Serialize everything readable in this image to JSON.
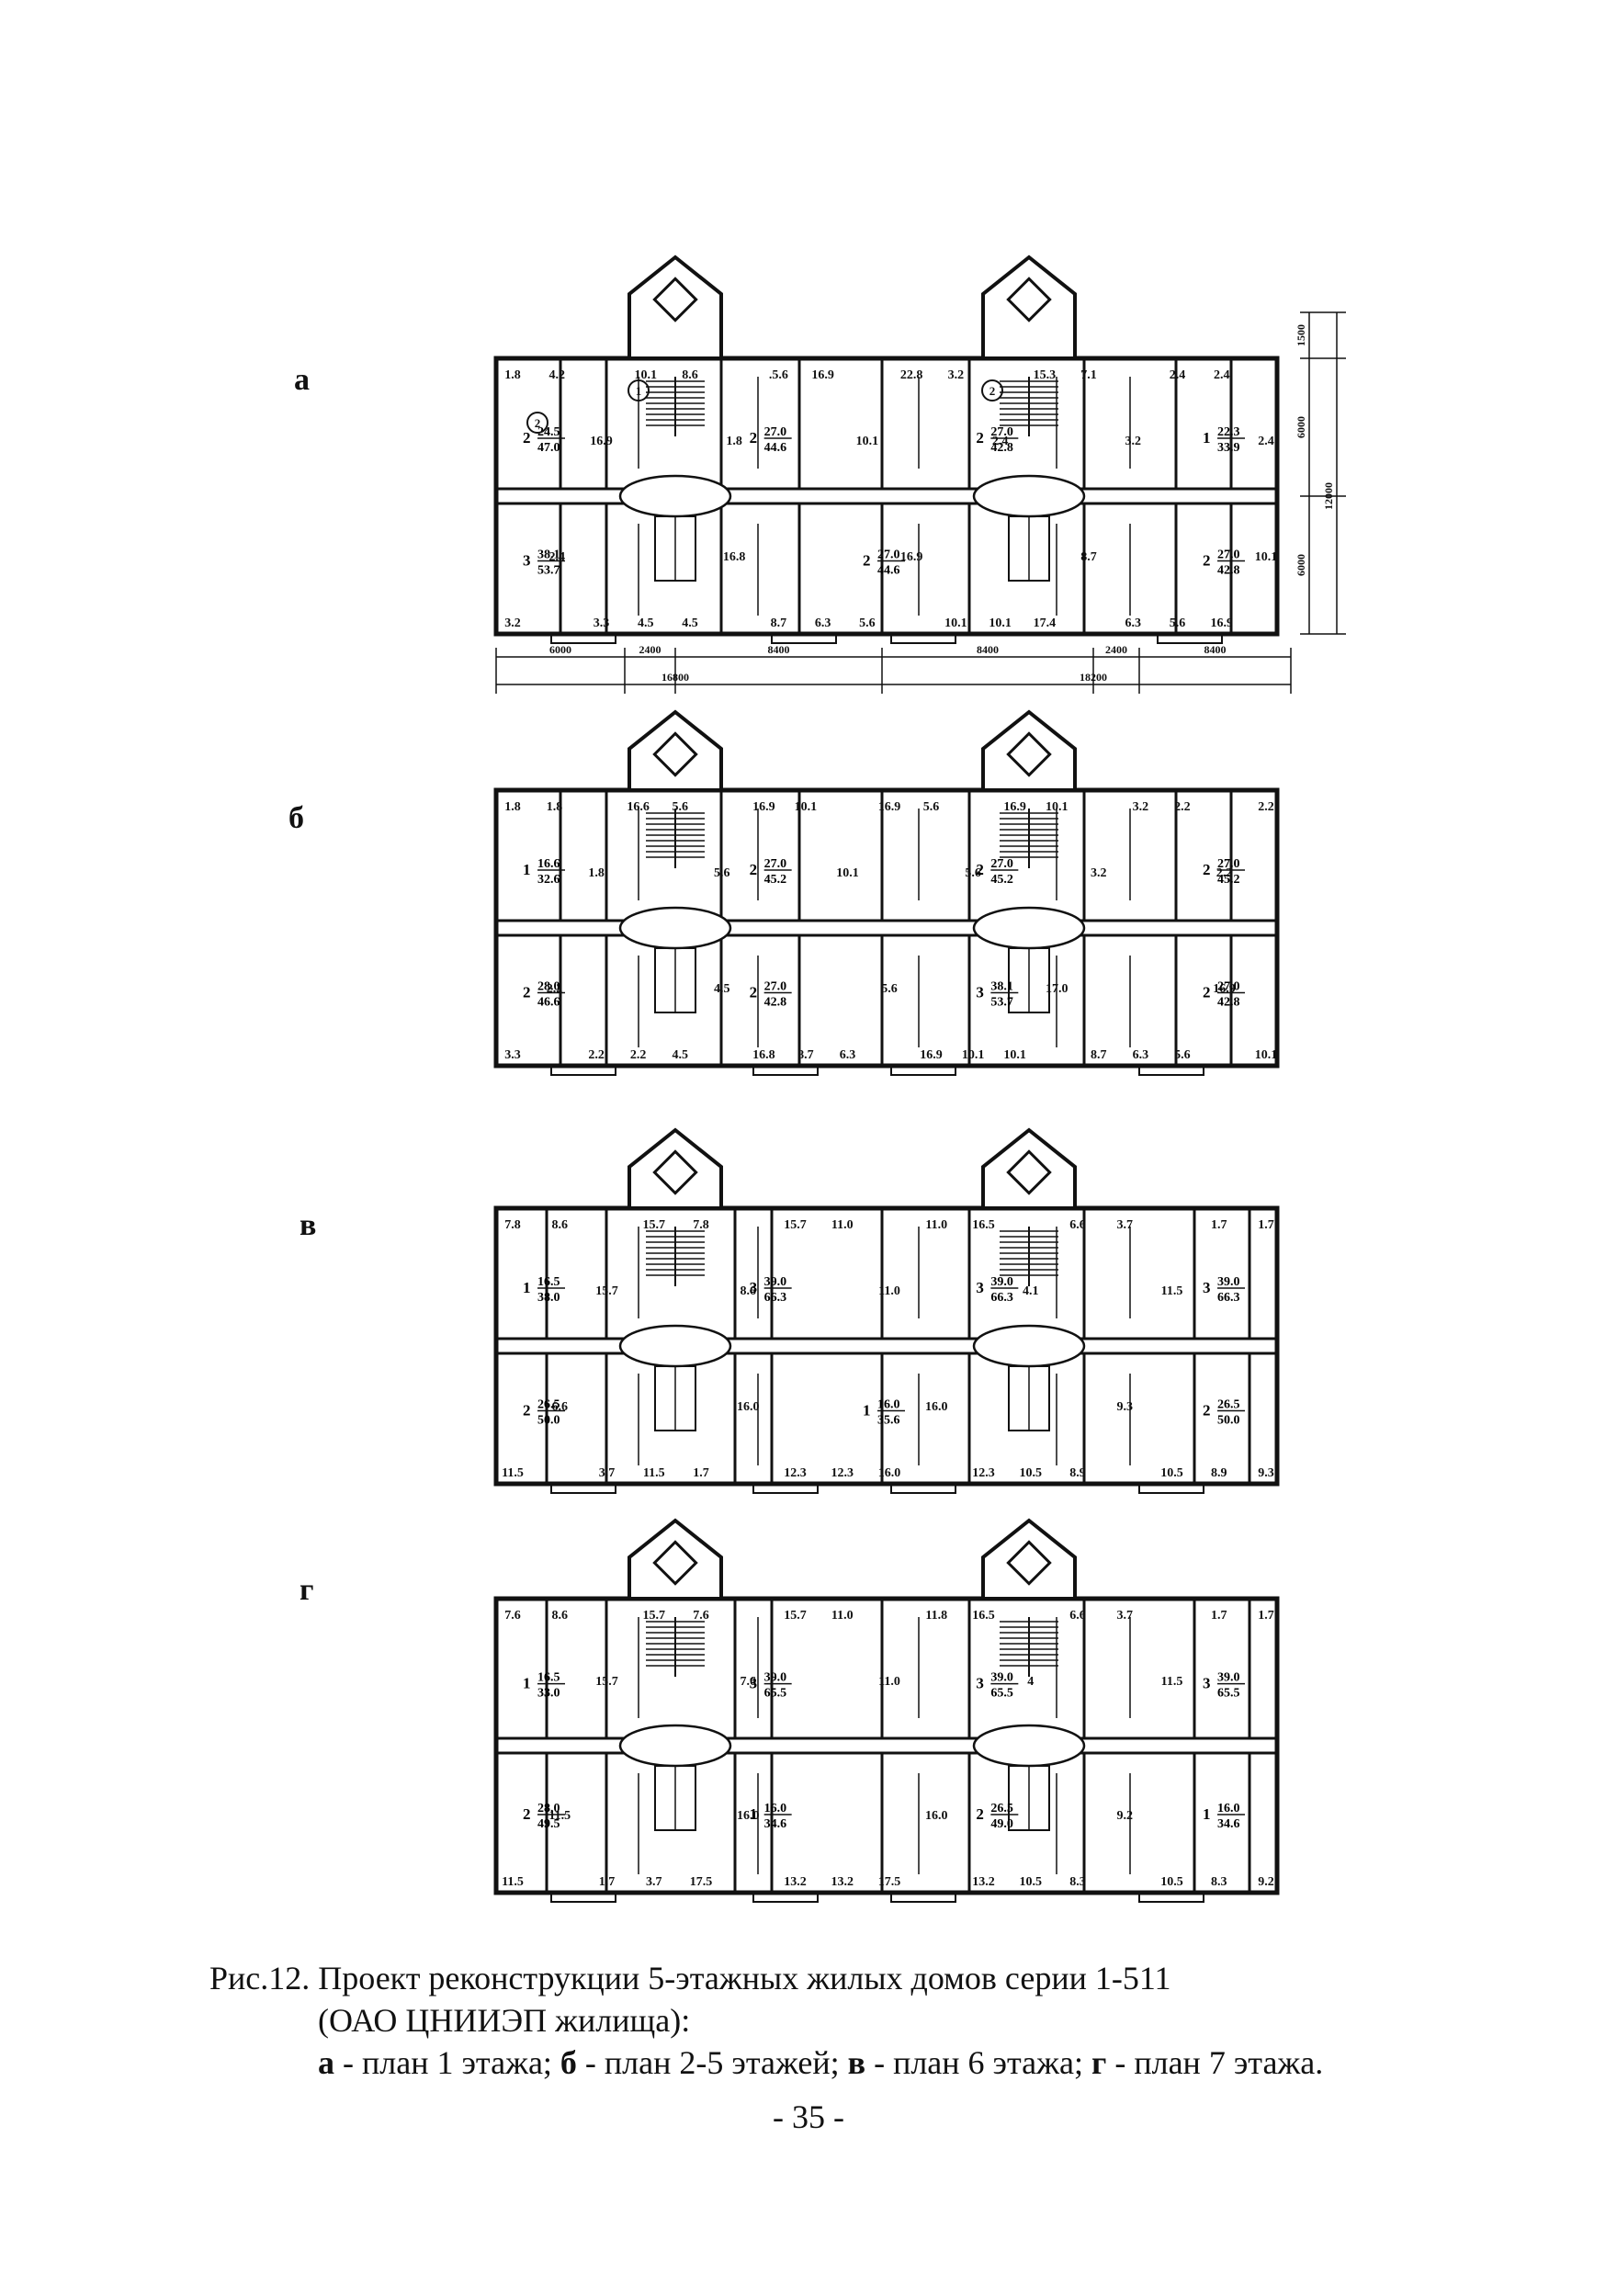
{
  "panels": [
    {
      "letter": "а",
      "entrance_marks": [
        "2",
        "1",
        "2"
      ],
      "room_labels": [
        "1.8",
        "4.2",
        "16.9",
        "10.1",
        "8.6",
        "1.8",
        ".5.6",
        "16.9",
        "10.1",
        "22.8",
        "3.2",
        "2.4",
        "15.3",
        "7.1",
        "3.2",
        "2.4",
        "2.4",
        "2.4",
        "3.2",
        "2.4",
        "3.3",
        "4.5",
        "4.5",
        "16.8",
        "8.7",
        "6.3",
        "5.6",
        "16.9",
        "10.1",
        "10.1",
        "17.4",
        "8.7",
        "6.3",
        "5.6",
        "16.9",
        "10.1"
      ],
      "apartments": [
        {
          "rooms": "2",
          "living": "24.5",
          "total": "47.0"
        },
        {
          "rooms": "2",
          "living": "27.0",
          "total": "44.6"
        },
        {
          "rooms": "2",
          "living": "27.0",
          "total": "42.8"
        },
        {
          "rooms": "1",
          "living": "22.3",
          "total": "33.9"
        },
        {
          "rooms": "3",
          "living": "38.1",
          "total": "53.7"
        },
        {
          "rooms": "2",
          "living": "27.0",
          "total": "44.6"
        },
        {
          "rooms": "2",
          "living": "27.0",
          "total": "42.8"
        }
      ],
      "dims_bottom": [
        "6000",
        "2400",
        "8400",
        "8400",
        "2400",
        "8400"
      ],
      "dims_bottom_total": [
        "16800",
        "18200"
      ],
      "dims_right": [
        "1500",
        "6000",
        "6000",
        "12000"
      ]
    },
    {
      "letter": "б",
      "room_labels": [
        "1.8",
        "1.8",
        "1.8",
        "16.6",
        "5.6",
        "5.6",
        "16.9",
        "10.1",
        "10.1",
        "16.9",
        "5.6",
        "5.6",
        "16.9",
        "10.1",
        "3.2",
        "3.2",
        "2.2",
        "2.2",
        "2.2",
        "3.3",
        "2.2",
        "2.2",
        "2.2",
        "4.5",
        "4.5",
        "16.8",
        "8.7",
        "6.3",
        "5.6",
        "16.9",
        "10.1",
        "10.1",
        "17.0",
        "8.7",
        "6.3",
        "5.6",
        "16.9",
        "10.1"
      ],
      "apartments": [
        {
          "rooms": "1",
          "living": "16.6",
          "total": "32.6"
        },
        {
          "rooms": "2",
          "living": "27.0",
          "total": "45.2"
        },
        {
          "rooms": "2",
          "living": "27.0",
          "total": "45.2"
        },
        {
          "rooms": "2",
          "living": "27.0",
          "total": "45.2"
        },
        {
          "rooms": "2",
          "living": "28.0",
          "total": "46.6"
        },
        {
          "rooms": "2",
          "living": "27.0",
          "total": "42.8"
        },
        {
          "rooms": "3",
          "living": "38.1",
          "total": "53.7"
        },
        {
          "rooms": "2",
          "living": "27.0",
          "total": "42.8"
        }
      ]
    },
    {
      "letter": "в",
      "room_labels": [
        "7.8",
        "8.6",
        "15.7",
        "15.7",
        "7.8",
        "8.6",
        "15.7",
        "11.0",
        "11.0",
        "11.0",
        "16.5",
        "4.1",
        "6.6",
        "3.7",
        "11.5",
        "1.7",
        "1.7",
        "11.5",
        "6.6",
        "3.7",
        "11.5",
        "1.7",
        "16.0",
        "12.3",
        "12.3",
        "16.0",
        "16.0",
        "12.3",
        "10.5",
        "8.9",
        "9.3",
        "10.5",
        "8.9",
        "9.3"
      ],
      "apartments": [
        {
          "rooms": "1",
          "living": "16.5",
          "total": "38.0"
        },
        {
          "rooms": "3",
          "living": "39.0",
          "total": "66.3"
        },
        {
          "rooms": "3",
          "living": "39.0",
          "total": "66.3"
        },
        {
          "rooms": "3",
          "living": "39.0",
          "total": "66.3"
        },
        {
          "rooms": "2",
          "living": "26.5",
          "total": "50.0"
        },
        {
          "rooms": "1",
          "living": "16.0",
          "total": "35.6"
        },
        {
          "rooms": "2",
          "living": "26.5",
          "total": "50.0"
        }
      ]
    },
    {
      "letter": "г",
      "room_labels": [
        "7.6",
        "8.6",
        "15.7",
        "15.7",
        "7.6",
        "7.6",
        "15.7",
        "11.0",
        "11.0",
        "11.8",
        "16.5",
        "4",
        "6.6",
        "3.7",
        "11.5",
        "1.7",
        "1.7",
        "11.5",
        "11.5",
        "1.7",
        "3.7",
        "17.5",
        "16.0",
        "13.2",
        "13.2",
        "17.5",
        "16.0",
        "13.2",
        "10.5",
        "8.3",
        "9.2",
        "10.5",
        "8.3",
        "9.2"
      ],
      "apartments": [
        {
          "rooms": "1",
          "living": "16.5",
          "total": "33.0"
        },
        {
          "rooms": "3",
          "living": "39.0",
          "total": "65.5"
        },
        {
          "rooms": "3",
          "living": "39.0",
          "total": "65.5"
        },
        {
          "rooms": "3",
          "living": "39.0",
          "total": "65.5"
        },
        {
          "rooms": "2",
          "living": "28.0",
          "total": "49.5"
        },
        {
          "rooms": "1",
          "living": "16.0",
          "total": "34.6"
        },
        {
          "rooms": "2",
          "living": "26.5",
          "total": "49.0"
        },
        {
          "rooms": "1",
          "living": "16.0",
          "total": "34.6"
        }
      ]
    }
  ],
  "caption": {
    "line1": "Рис.12. Проект реконструкции 5-этажных жилых домов серии 1-511",
    "line2": "(ОАО ЦНИИЭП жилища):",
    "line3_parts": [
      {
        "key": "а",
        "text": " - план 1 этажа; "
      },
      {
        "key": "б",
        "text": " - план 2-5 этажей; "
      },
      {
        "key": "в",
        "text": " - план 6 этажа; "
      },
      {
        "key": "г",
        "text": " - план 7 этажа."
      }
    ]
  },
  "page_number": "- 35 -"
}
